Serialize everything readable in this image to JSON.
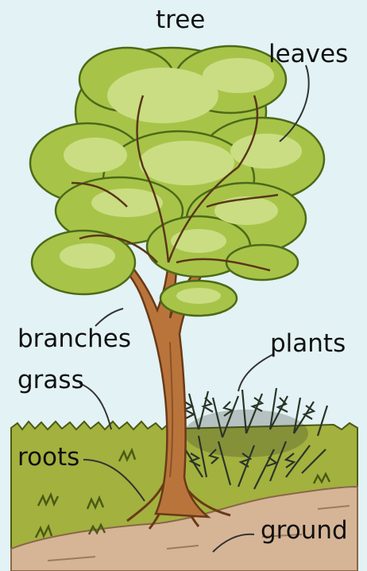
{
  "labels": {
    "tree": "tree",
    "leaves": "leaves",
    "branches": "branches",
    "plants": "plants",
    "grass": "grass",
    "roots": "roots",
    "ground": "ground"
  },
  "colors": {
    "background": "#e3f2f4",
    "foliage": "#a7c449",
    "foliage_light": "#cadd82",
    "foliage_outline": "#4c6a18",
    "trunk": "#b9743c",
    "trunk_outline": "#6a3a16",
    "grass": "#a3b13f",
    "grass_outline": "#4b5a14",
    "ground": "#d6b597",
    "plants": "#2a3528",
    "text": "#111111"
  }
}
